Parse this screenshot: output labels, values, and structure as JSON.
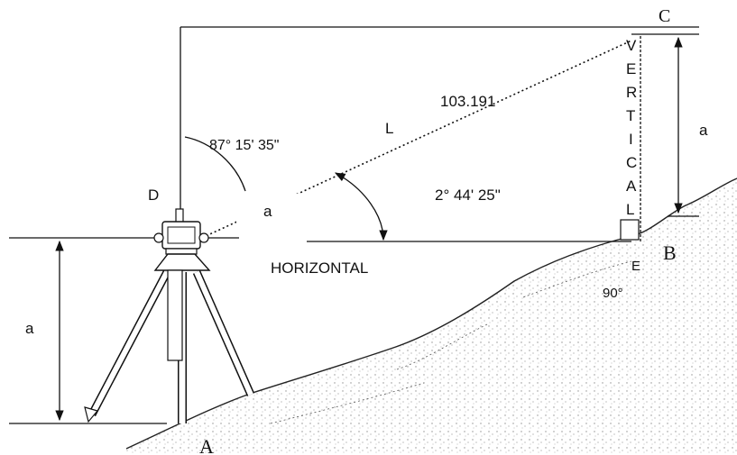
{
  "labels": {
    "point_a": "A",
    "point_b": "B",
    "point_c": "C",
    "point_d": "D",
    "point_e": "E",
    "zenith_angle": "87° 15' 35\"",
    "vertical_angle": "2° 44' 25\"",
    "slope_distance": "103.191",
    "slope_line": "L",
    "a_left": "a",
    "a_right": "a",
    "a_instrument": "a",
    "horizontal": "HORIZONTAL",
    "vertical_letters": [
      "V",
      "E",
      "R",
      "T",
      "I",
      "C",
      "A",
      "L"
    ],
    "right_angle": "90°"
  }
}
